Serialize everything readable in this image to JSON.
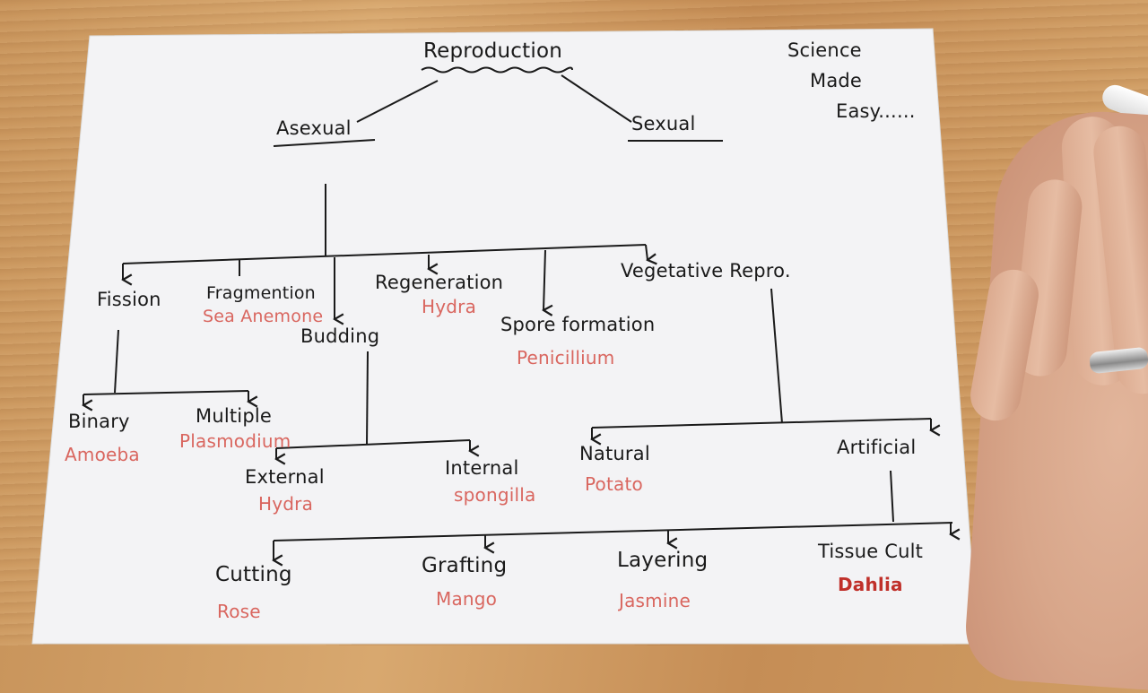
{
  "diagram": {
    "title": "Reproduction",
    "branding": [
      "Science",
      "Made",
      "Easy......"
    ],
    "asexual": "Asexual",
    "sexual": "Sexual",
    "fission": "Fission",
    "fragmentation": "Fragmention",
    "fragmentation_example": "Sea Anemone",
    "regeneration": "Regeneration",
    "regeneration_example": "Hydra",
    "budding": "Budding",
    "spore_formation": "Spore formation",
    "spore_example": "Penicillium",
    "vegetative": "Vegetative Repro.",
    "binary": "Binary",
    "binary_example": "Amoeba",
    "multiple": "Multiple",
    "multiple_example": "Plasmodium",
    "external": "External",
    "external_example": "Hydra",
    "internal": "Internal",
    "internal_example": "spongilla",
    "natural": "Natural",
    "natural_example": "Potato",
    "artificial": "Artificial",
    "cutting": "Cutting",
    "cutting_example": "Rose",
    "grafting": "Grafting",
    "grafting_example": "Mango",
    "layering": "Layering",
    "layering_example": "Jasmine",
    "tissue_culture": "Tissue Cult",
    "tissue_example": "Dahlia"
  },
  "colors": {
    "ink": "#1a1a1a",
    "example_ink": "#d9665f",
    "paper": "#f4f4f6",
    "wood": "#cf9d63"
  }
}
